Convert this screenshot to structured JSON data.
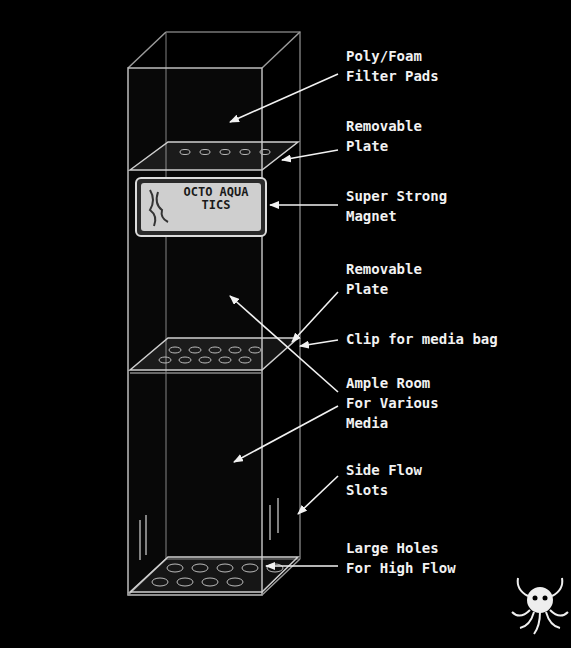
{
  "diagram": {
    "labels": [
      "Poly/Foam Filter Pads",
      "Removable Plate",
      "Super Strong Magnet",
      "Removable Plate",
      "Clip for media bag",
      "Ample Room For Various Media",
      "Side Flow Slots",
      "Large Holes For High Flow",
      "OCTO AQUA TICS"
    ]
  }
}
